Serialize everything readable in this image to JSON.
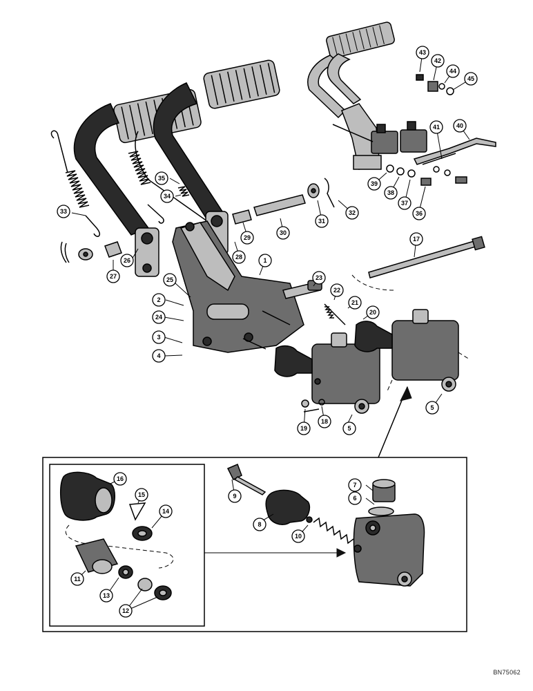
{
  "catalog_number": "BN75062",
  "callouts": [
    {
      "id": "c1",
      "label": "1"
    },
    {
      "id": "c2",
      "label": "2"
    },
    {
      "id": "c3",
      "label": "3"
    },
    {
      "id": "c4",
      "label": "4"
    },
    {
      "id": "c5a",
      "label": "5"
    },
    {
      "id": "c5b",
      "label": "5"
    },
    {
      "id": "c6",
      "label": "6"
    },
    {
      "id": "c7",
      "label": "7"
    },
    {
      "id": "c8",
      "label": "8"
    },
    {
      "id": "c9",
      "label": "9"
    },
    {
      "id": "c10",
      "label": "10"
    },
    {
      "id": "c11",
      "label": "11"
    },
    {
      "id": "c12",
      "label": "12"
    },
    {
      "id": "c13",
      "label": "13"
    },
    {
      "id": "c14",
      "label": "14"
    },
    {
      "id": "c15",
      "label": "15"
    },
    {
      "id": "c16",
      "label": "16"
    },
    {
      "id": "c17",
      "label": "17"
    },
    {
      "id": "c18",
      "label": "18"
    },
    {
      "id": "c19",
      "label": "19"
    },
    {
      "id": "c20",
      "label": "20"
    },
    {
      "id": "c21",
      "label": "21"
    },
    {
      "id": "c22",
      "label": "22"
    },
    {
      "id": "c23",
      "label": "23"
    },
    {
      "id": "c24",
      "label": "24"
    },
    {
      "id": "c25",
      "label": "25"
    },
    {
      "id": "c26",
      "label": "26"
    },
    {
      "id": "c27",
      "label": "27"
    },
    {
      "id": "c28",
      "label": "28"
    },
    {
      "id": "c29",
      "label": "29"
    },
    {
      "id": "c30",
      "label": "30"
    },
    {
      "id": "c31",
      "label": "31"
    },
    {
      "id": "c32",
      "label": "32"
    },
    {
      "id": "c33",
      "label": "33"
    },
    {
      "id": "c34",
      "label": "34"
    },
    {
      "id": "c35",
      "label": "35"
    },
    {
      "id": "c36",
      "label": "36"
    },
    {
      "id": "c37",
      "label": "37"
    },
    {
      "id": "c38",
      "label": "38"
    },
    {
      "id": "c39",
      "label": "39"
    },
    {
      "id": "c40",
      "label": "40"
    },
    {
      "id": "c41",
      "label": "41"
    },
    {
      "id": "c42",
      "label": "42"
    },
    {
      "id": "c43",
      "label": "43"
    },
    {
      "id": "c44",
      "label": "44"
    },
    {
      "id": "c45",
      "label": "45"
    }
  ]
}
